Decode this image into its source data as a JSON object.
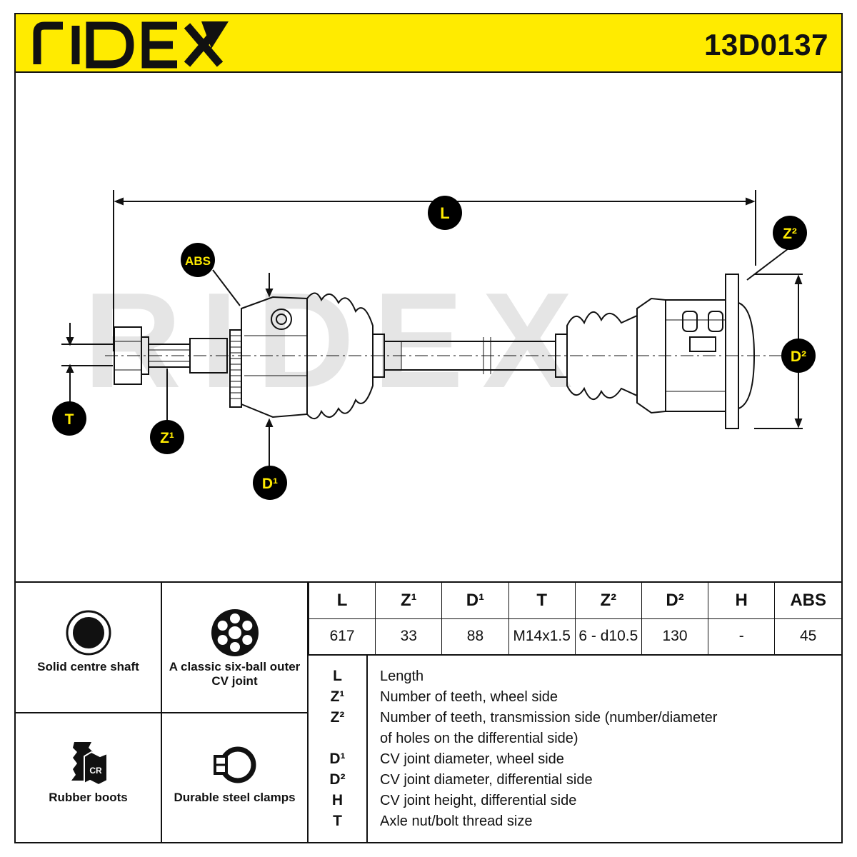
{
  "header": {
    "brand": "RIDEX",
    "part_number": "13D0137",
    "colors": {
      "yellow": "#ffeb00",
      "ink": "#111111"
    }
  },
  "drawing": {
    "watermark": "RIDEX",
    "labels": {
      "L": "L",
      "ABS": "ABS",
      "Z2": "Z²",
      "D2": "D²",
      "T": "T",
      "Z1": "Z¹",
      "D1": "D¹"
    }
  },
  "features": [
    {
      "label": "Solid centre shaft",
      "icon": "solid-shaft-icon"
    },
    {
      "label": "A classic six-ball outer CV joint",
      "icon": "six-ball-joint-icon"
    },
    {
      "label": "Rubber boots",
      "icon": "rubber-boot-icon",
      "badge": "CR"
    },
    {
      "label": "Durable steel clamps",
      "icon": "steel-clamp-icon"
    }
  ],
  "specs": {
    "headers": [
      "L",
      "Z¹",
      "D¹",
      "T",
      "Z²",
      "D²",
      "H",
      "ABS"
    ],
    "values": [
      "617",
      "33",
      "88",
      "M14x1.5",
      "6 - d10.5",
      "130",
      "-",
      "45"
    ]
  },
  "legend": [
    {
      "key": "L",
      "desc": "Length"
    },
    {
      "key": "Z¹",
      "desc": "Number of teeth, wheel side"
    },
    {
      "key": "Z²",
      "desc": "Number of teeth, transmission side (number/diameter"
    },
    {
      "key": "",
      "desc": "of holes on the differential side)"
    },
    {
      "key": "D¹",
      "desc": "CV joint diameter, wheel side"
    },
    {
      "key": "D²",
      "desc": "CV joint diameter, differential side"
    },
    {
      "key": "H",
      "desc": "CV joint height, differential side"
    },
    {
      "key": "T",
      "desc": "Axle nut/bolt thread size"
    }
  ]
}
